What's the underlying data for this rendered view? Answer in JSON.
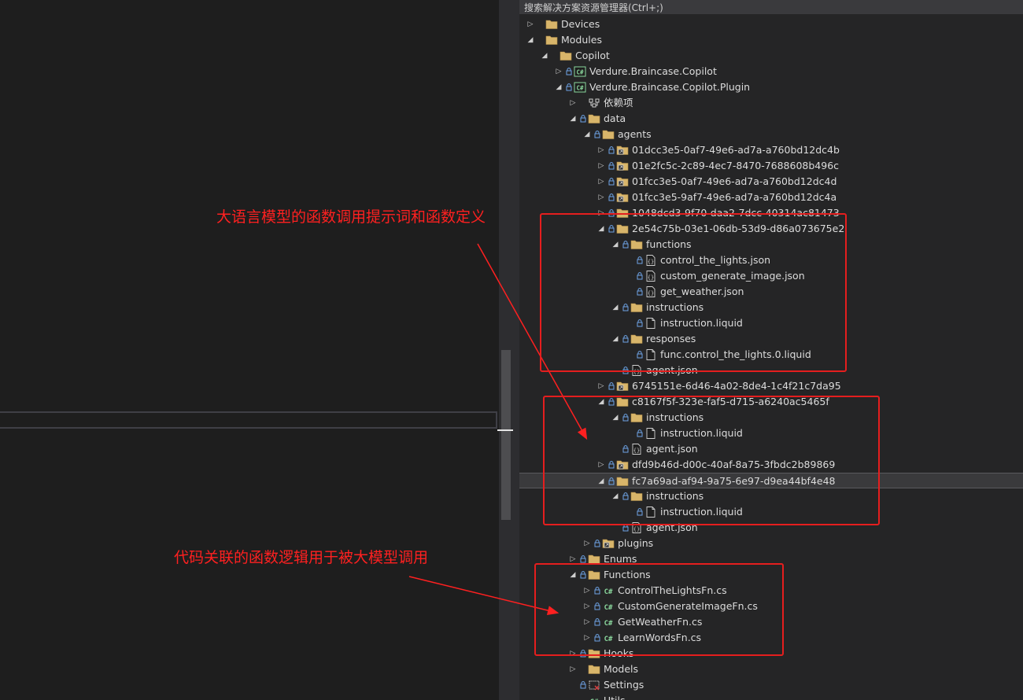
{
  "search": {
    "label": "搜索解决方案资源管理器(Ctrl+;)"
  },
  "annotations": {
    "top": "大语言模型的函数调用提示词和函数定义",
    "bottom": "代码关联的函数逻辑用于被大模型调用"
  },
  "colors": {
    "annotation": "#ff2020",
    "folder": "#d8b56a",
    "csharp": "#8bd99e",
    "lock": "#6ea4e6"
  },
  "tree": [
    {
      "id": "devices",
      "label": "Devices",
      "depth": 0,
      "arrow": "collapsed",
      "lock": false,
      "icon": "folder"
    },
    {
      "id": "modules",
      "label": "Modules",
      "depth": 0,
      "arrow": "expanded",
      "lock": false,
      "icon": "folder"
    },
    {
      "id": "copilot",
      "label": "Copilot",
      "depth": 1,
      "arrow": "expanded",
      "lock": false,
      "icon": "folder"
    },
    {
      "id": "proj-copilot",
      "label": "Verdure.Braincase.Copilot",
      "depth": 2,
      "arrow": "collapsed",
      "lock": true,
      "icon": "csproj"
    },
    {
      "id": "proj-plugin",
      "label": "Verdure.Braincase.Copilot.Plugin",
      "depth": 2,
      "arrow": "expanded",
      "lock": true,
      "icon": "csproj"
    },
    {
      "id": "deps",
      "label": "依赖项",
      "depth": 3,
      "arrow": "collapsed",
      "lock": false,
      "icon": "deps"
    },
    {
      "id": "data",
      "label": "data",
      "depth": 3,
      "arrow": "expanded",
      "lock": true,
      "icon": "folder"
    },
    {
      "id": "agents",
      "label": "agents",
      "depth": 4,
      "arrow": "expanded",
      "lock": true,
      "icon": "folder"
    },
    {
      "id": "a1",
      "label": "01dcc3e5-0af7-49e6-ad7a-a760bd12dc4b",
      "depth": 5,
      "arrow": "collapsed",
      "lock": true,
      "icon": "folder-ref"
    },
    {
      "id": "a2",
      "label": "01e2fc5c-2c89-4ec7-8470-7688608b496c",
      "depth": 5,
      "arrow": "collapsed",
      "lock": true,
      "icon": "folder-ref"
    },
    {
      "id": "a3",
      "label": "01fcc3e5-0af7-49e6-ad7a-a760bd12dc4d",
      "depth": 5,
      "arrow": "collapsed",
      "lock": true,
      "icon": "folder-ref"
    },
    {
      "id": "a4",
      "label": "01fcc3e5-9af7-49e6-ad7a-a760bd12dc4a",
      "depth": 5,
      "arrow": "collapsed",
      "lock": true,
      "icon": "folder-ref"
    },
    {
      "id": "a5",
      "label": "1048dcd3-9f70-daa2-7dcc-40314ac81473",
      "depth": 5,
      "arrow": "collapsed",
      "lock": true,
      "icon": "folder"
    },
    {
      "id": "a6",
      "label": "2e54c75b-03e1-06db-53d9-d86a073675e2",
      "depth": 5,
      "arrow": "expanded",
      "lock": true,
      "icon": "folder"
    },
    {
      "id": "fn-folder",
      "label": "functions",
      "depth": 6,
      "arrow": "expanded",
      "lock": true,
      "icon": "folder"
    },
    {
      "id": "f1",
      "label": "control_the_lights.json",
      "depth": 7,
      "arrow": "none",
      "lock": true,
      "icon": "json"
    },
    {
      "id": "f2",
      "label": "custom_generate_image.json",
      "depth": 7,
      "arrow": "none",
      "lock": true,
      "icon": "json"
    },
    {
      "id": "f3",
      "label": "get_weather.json",
      "depth": 7,
      "arrow": "none",
      "lock": true,
      "icon": "json"
    },
    {
      "id": "instr1",
      "label": "instructions",
      "depth": 6,
      "arrow": "expanded",
      "lock": true,
      "icon": "folder"
    },
    {
      "id": "instr1-file",
      "label": "instruction.liquid",
      "depth": 7,
      "arrow": "none",
      "lock": true,
      "icon": "file"
    },
    {
      "id": "resp",
      "label": "responses",
      "depth": 6,
      "arrow": "expanded",
      "lock": true,
      "icon": "folder"
    },
    {
      "id": "resp-file",
      "label": "func.control_the_lights.0.liquid",
      "depth": 7,
      "arrow": "none",
      "lock": true,
      "icon": "file"
    },
    {
      "id": "agent1",
      "label": "agent.json",
      "depth": 6,
      "arrow": "none",
      "lock": true,
      "icon": "json"
    },
    {
      "id": "a7",
      "label": "6745151e-6d46-4a02-8de4-1c4f21c7da95",
      "depth": 5,
      "arrow": "collapsed",
      "lock": true,
      "icon": "folder-ref"
    },
    {
      "id": "a8",
      "label": "c8167f5f-323e-faf5-d715-a6240ac5465f",
      "depth": 5,
      "arrow": "expanded",
      "lock": true,
      "icon": "folder"
    },
    {
      "id": "instr2",
      "label": "instructions",
      "depth": 6,
      "arrow": "expanded",
      "lock": true,
      "icon": "folder"
    },
    {
      "id": "instr2-file",
      "label": "instruction.liquid",
      "depth": 7,
      "arrow": "none",
      "lock": true,
      "icon": "file"
    },
    {
      "id": "agent2",
      "label": "agent.json",
      "depth": 6,
      "arrow": "none",
      "lock": true,
      "icon": "json"
    },
    {
      "id": "a9",
      "label": "dfd9b46d-d00c-40af-8a75-3fbdc2b89869",
      "depth": 5,
      "arrow": "collapsed",
      "lock": true,
      "icon": "folder-ref"
    },
    {
      "id": "a10",
      "label": "fc7a69ad-af94-9a75-6e97-d9ea44bf4e48",
      "depth": 5,
      "arrow": "expanded",
      "lock": true,
      "icon": "folder",
      "selected": true
    },
    {
      "id": "instr3",
      "label": "instructions",
      "depth": 6,
      "arrow": "expanded",
      "lock": true,
      "icon": "folder"
    },
    {
      "id": "instr3-file",
      "label": "instruction.liquid",
      "depth": 7,
      "arrow": "none",
      "lock": true,
      "icon": "file"
    },
    {
      "id": "agent3",
      "label": "agent.json",
      "depth": 6,
      "arrow": "none",
      "lock": true,
      "icon": "json"
    },
    {
      "id": "plugins",
      "label": "plugins",
      "depth": 4,
      "arrow": "collapsed",
      "lock": true,
      "icon": "folder-ref"
    },
    {
      "id": "enums",
      "label": "Enums",
      "depth": 3,
      "arrow": "collapsed",
      "lock": true,
      "icon": "folder"
    },
    {
      "id": "functions",
      "label": "Functions",
      "depth": 3,
      "arrow": "expanded",
      "lock": true,
      "icon": "folder"
    },
    {
      "id": "cs1",
      "label": "ControlTheLightsFn.cs",
      "depth": 4,
      "arrow": "collapsed",
      "lock": true,
      "icon": "cs"
    },
    {
      "id": "cs2",
      "label": "CustomGenerateImageFn.cs",
      "depth": 4,
      "arrow": "collapsed",
      "lock": true,
      "icon": "cs"
    },
    {
      "id": "cs3",
      "label": "GetWeatherFn.cs",
      "depth": 4,
      "arrow": "collapsed",
      "lock": true,
      "icon": "cs"
    },
    {
      "id": "cs4",
      "label": "LearnWordsFn.cs",
      "depth": 4,
      "arrow": "collapsed",
      "lock": true,
      "icon": "cs"
    },
    {
      "id": "hooks",
      "label": "Hooks",
      "depth": 3,
      "arrow": "collapsed",
      "lock": true,
      "icon": "folder"
    },
    {
      "id": "models",
      "label": "Models",
      "depth": 3,
      "arrow": "collapsed",
      "lock": false,
      "icon": "folder"
    },
    {
      "id": "settings",
      "label": "Settings",
      "depth": 3,
      "arrow": "none",
      "lock": true,
      "icon": "settings"
    },
    {
      "id": "utils",
      "label": "Utils",
      "depth": 3,
      "arrow": "none",
      "lock": false,
      "icon": "cs"
    }
  ]
}
